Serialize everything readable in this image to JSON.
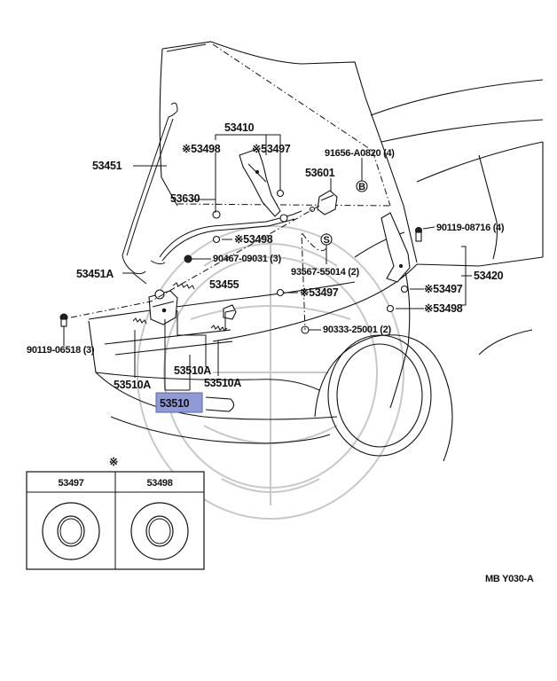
{
  "labels": {
    "p53410": "53410",
    "p53498_top": "※53498",
    "p53497_top": "※53497",
    "p91656": "91656-A0820 (4)",
    "p53451": "53451",
    "p53601": "53601",
    "p53630": "53630",
    "p53498_mid": "※53498",
    "p90119_top": "90119-08716 (4)",
    "p90467": "90467-09031 (3)",
    "p93567": "93567-55014 (2)",
    "p53420": "53420",
    "p53451a": "53451A",
    "p53455": "53455",
    "p53497_mid": "※53497",
    "p53497_right": "※53497",
    "p53498_right": "※53498",
    "p90333": "90333-25001 (2)",
    "p90119_left": "90119-06518 (3)",
    "p53510a_c": "53510A",
    "p53510a_l": "53510A",
    "p53510a_r": "53510A",
    "p53510": "53510"
  },
  "markers": {
    "b": "B",
    "s": "S"
  },
  "table": {
    "symbol": "※",
    "col1": "53497",
    "col2": "53498"
  },
  "code": "MB  Y030-A",
  "highlight_color": "#8f9ad6"
}
